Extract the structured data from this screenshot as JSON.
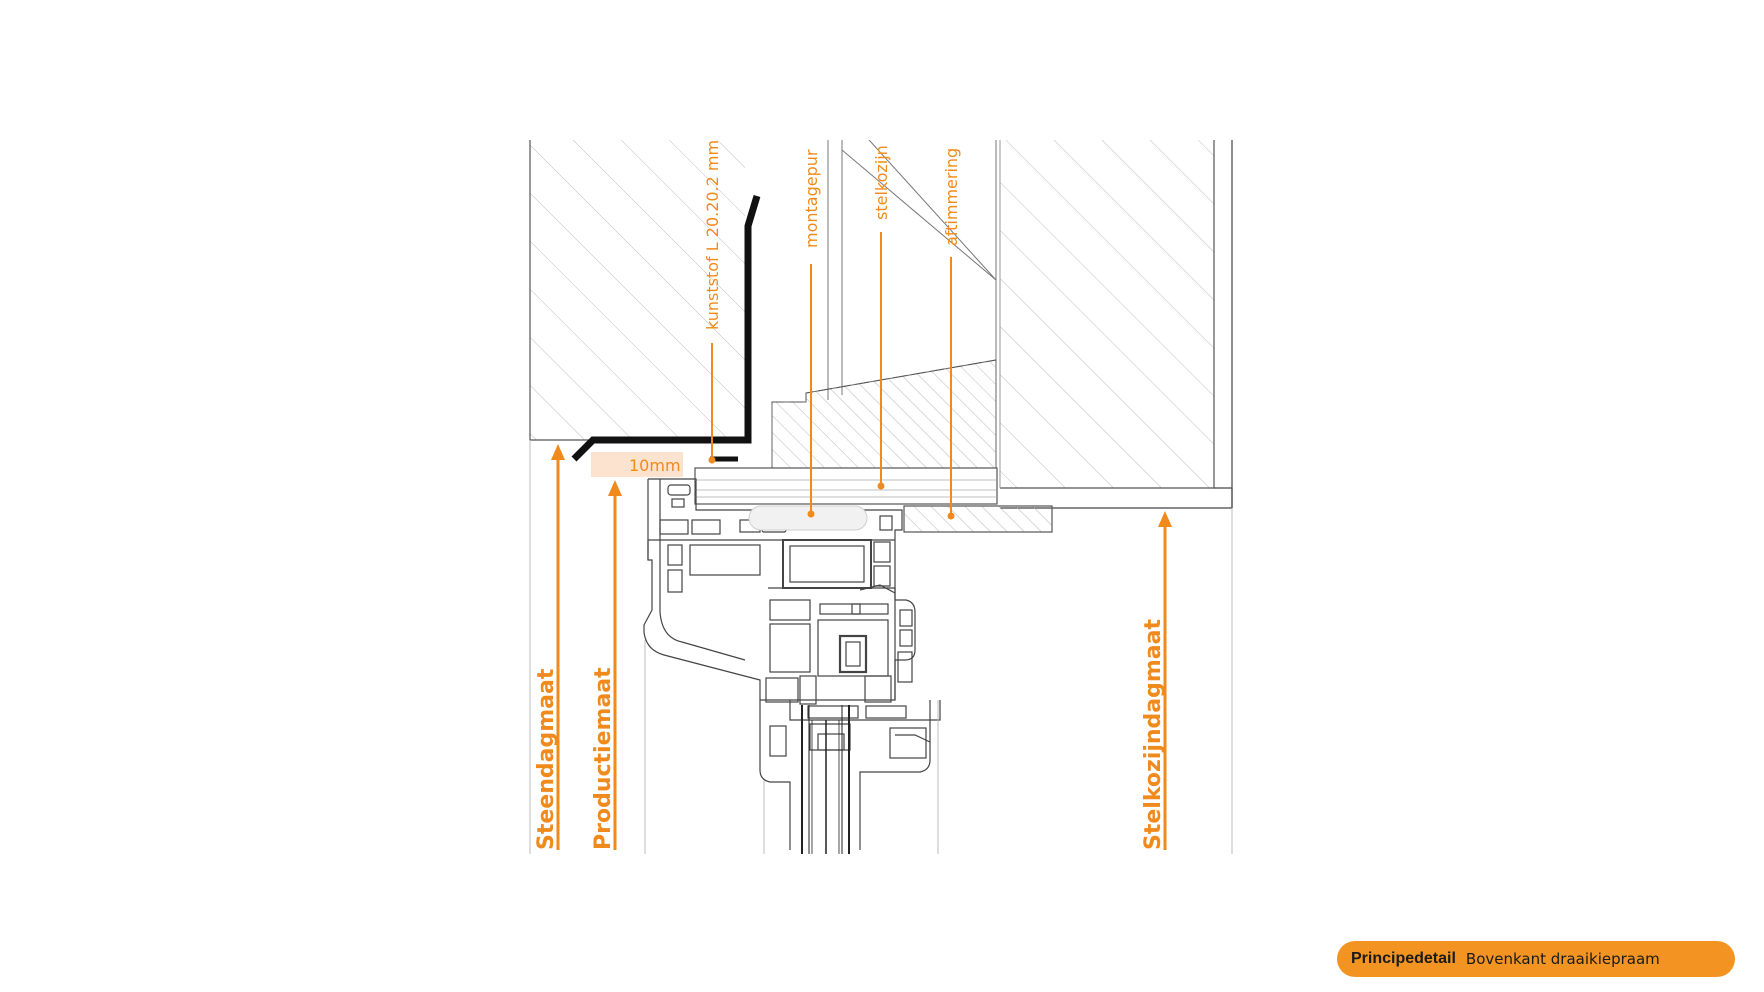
{
  "labels": {
    "kunststof": "kunststof L 20.20.2 mm",
    "montagepur": "montagepur",
    "stelkozijn": "stelkozijn",
    "aftimmering": "aftimmering",
    "gap": "10mm"
  },
  "dimensions": {
    "steendagmaat": "Steendagmaat",
    "productiemaat": "Productiemaat",
    "stelkozijndagmaat": "Stelkozijndagmaat"
  },
  "caption": {
    "title": "Principedetail",
    "subtitle": "Bovenkant draaikiepraam"
  },
  "colors": {
    "accent": "#f08a1c",
    "badge": "#f39322",
    "gap_fill": "#fbe3cf",
    "line": "#8c8c8c"
  }
}
